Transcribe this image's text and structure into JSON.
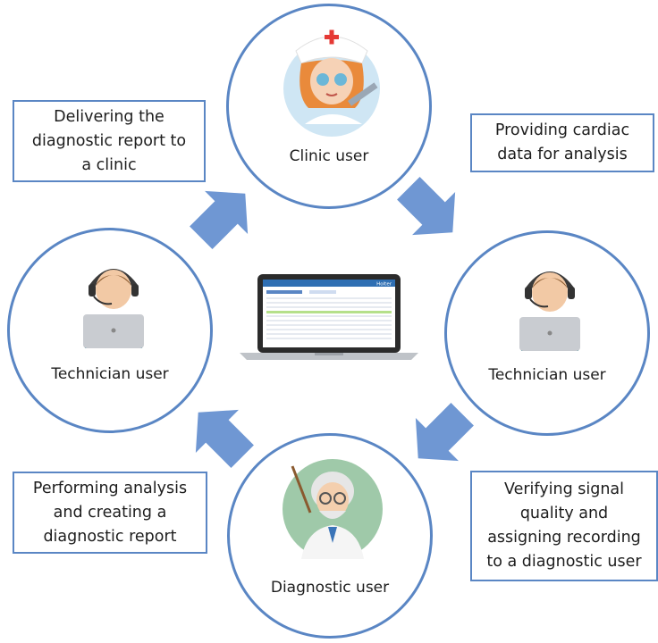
{
  "nodes": {
    "clinic": "Clinic user",
    "technician_right": "Technician user",
    "diagnostic": "Diagnostic user",
    "technician_left": "Technician user"
  },
  "steps": {
    "provide": "Providing cardiac\ndata for analysis",
    "verify": "Verifying signal\nquality and\nassigning recording\nto a diagnostic user",
    "analyze": "Performing analysis\nand creating a\ndiagnostic report",
    "deliver": "Delivering the\ndiagnostic report to\na clinic"
  },
  "laptop": {
    "brand": "Holter"
  },
  "colors": {
    "ring": "#5a86c4",
    "arrow": "#6f97d3"
  }
}
